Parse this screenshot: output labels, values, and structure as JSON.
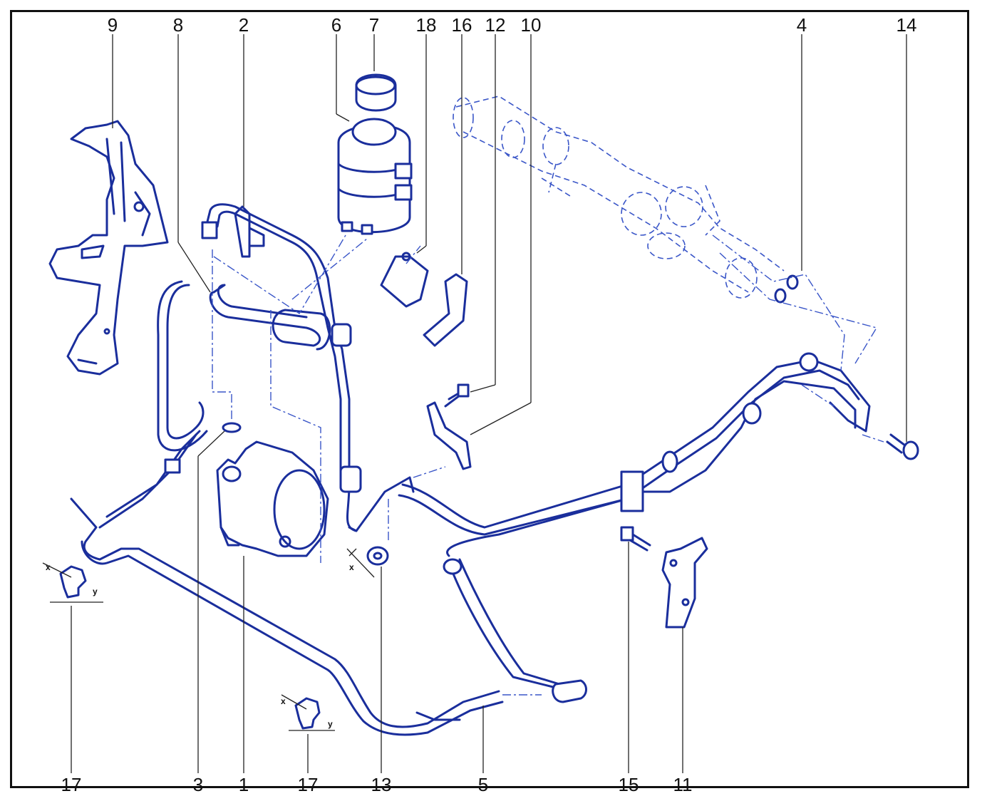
{
  "callouts_top": [
    "9",
    "8",
    "2",
    "6",
    "7",
    "18",
    "16",
    "12",
    "10",
    "4",
    "14"
  ],
  "callouts_bottom": [
    "17",
    "3",
    "1",
    "17",
    "13",
    "5",
    "15",
    "11"
  ],
  "axis_markers": {
    "x": "x",
    "y": "y"
  },
  "colors": {
    "line_art": "#1a2e9c",
    "text": "#111111",
    "frame": "#111111"
  }
}
